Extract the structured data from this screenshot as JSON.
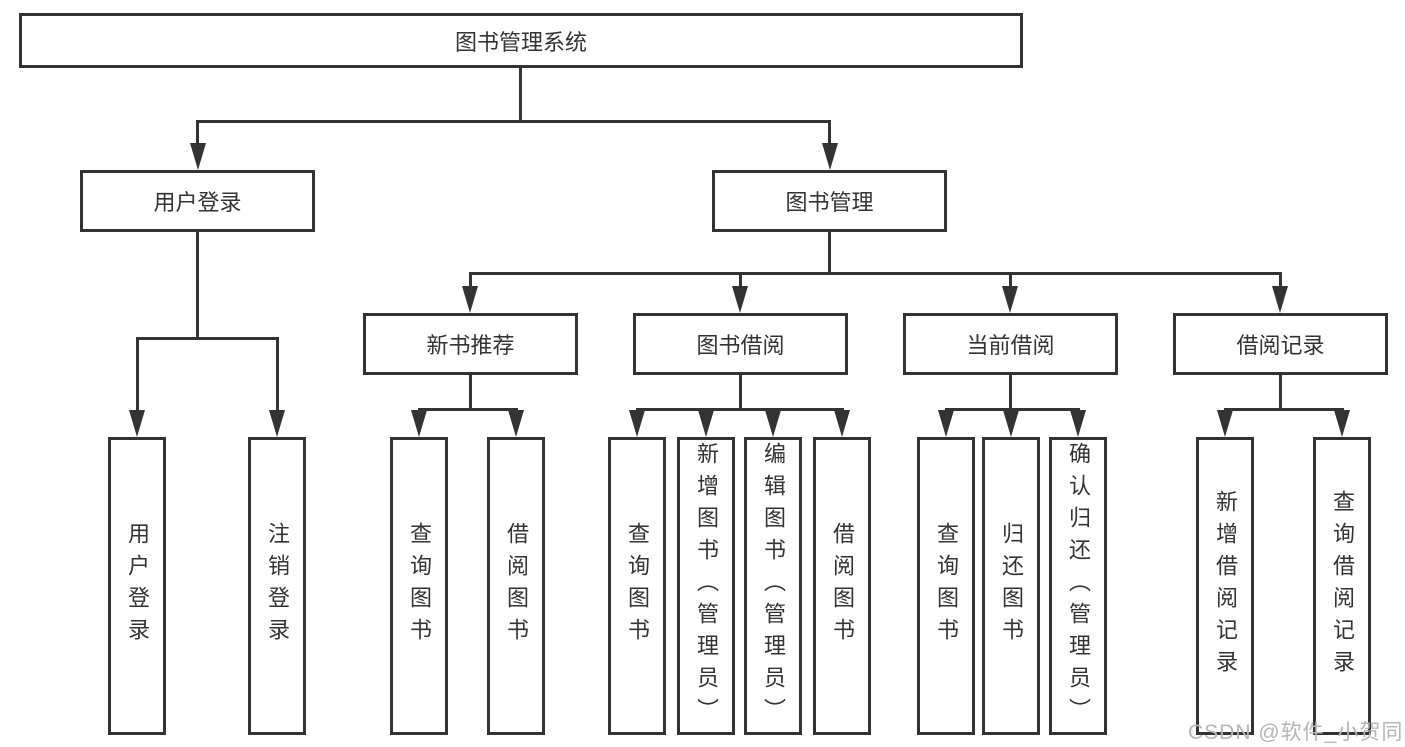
{
  "diagram": {
    "root": {
      "label": "图书管理系统"
    },
    "level2": [
      {
        "id": "user-login",
        "label": "用户登录"
      },
      {
        "id": "book-management",
        "label": "图书管理"
      }
    ],
    "level3": [
      {
        "id": "new-book-recommendation",
        "label": "新书推荐"
      },
      {
        "id": "book-borrowing",
        "label": "图书借阅"
      },
      {
        "id": "current-borrowing",
        "label": "当前借阅"
      },
      {
        "id": "borrowing-records",
        "label": "借阅记录"
      }
    ],
    "leaves": {
      "user_login": [
        {
          "label": "用户登录"
        },
        {
          "label": "注销登录"
        }
      ],
      "new_book_recommendation": [
        {
          "label": "查询图书"
        },
        {
          "label": "借阅图书"
        }
      ],
      "book_borrowing": [
        {
          "label": "查询图书"
        },
        {
          "label": "新增图书（管理员）"
        },
        {
          "label": "编辑图书（管理员）"
        },
        {
          "label": "借阅图书"
        }
      ],
      "current_borrowing": [
        {
          "label": "查询图书"
        },
        {
          "label": "归还图书"
        },
        {
          "label": "确认归还（管理员）"
        }
      ],
      "borrowing_records": [
        {
          "label": "新增借阅记录"
        },
        {
          "label": "查询借阅记录"
        }
      ]
    },
    "watermark": "CSDN @软件_小贺同学",
    "colors": {
      "line": "#333333",
      "border": "#333333",
      "text": "#333333",
      "watermark": "#b5b5b5",
      "background": "#ffffff"
    }
  }
}
